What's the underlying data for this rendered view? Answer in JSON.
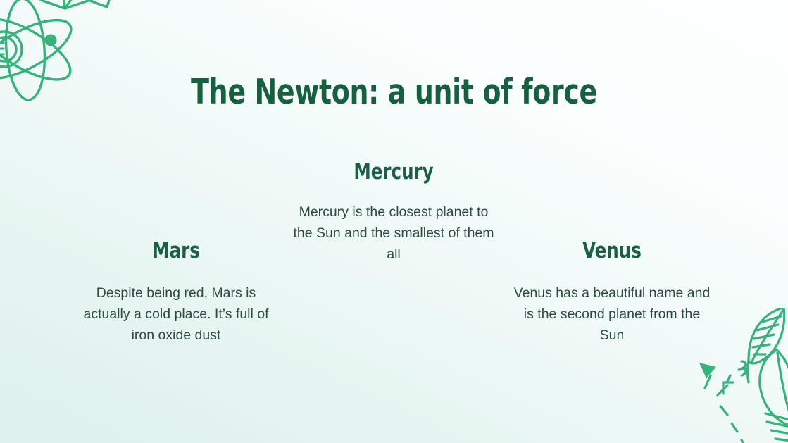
{
  "slide": {
    "title": "The Newton: a unit of force",
    "background_top_color": "#fdffff",
    "background_bottom_color": "#dff2ee",
    "title_color": "#15603f",
    "heading_color": "#1b6046",
    "body_color": "#2d4b3f",
    "decoration_color": "#35b37a"
  },
  "columns": [
    {
      "name": "Mars",
      "description": "Despite being red, Mars is actually a cold place. It’s full of iron oxide dust"
    },
    {
      "name": "Mercury",
      "description": "Mercury is the closest planet to the Sun and the smallest of them all"
    },
    {
      "name": "Venus",
      "description": "Venus has a beautiful name and is the second planet from the Sun"
    }
  ],
  "decorations": {
    "top_left": "atom-illustration",
    "top_left_secondary": "gem-outline-illustration",
    "bottom_right": "leaf-illustration",
    "bottom_right_secondary": "arrow-and-dashes-illustration"
  }
}
